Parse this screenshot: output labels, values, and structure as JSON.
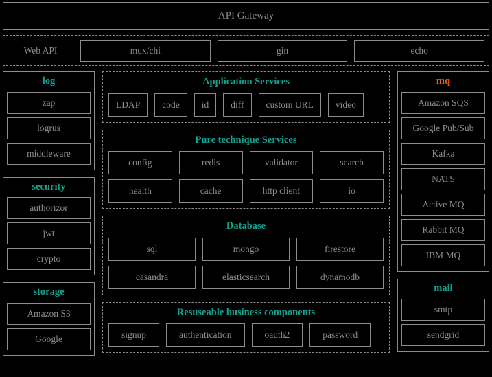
{
  "colors": {
    "background": "#000000",
    "text": "#8c8c8c",
    "border": "#8c8c8c",
    "accent_teal": "#17a08f",
    "accent_orange": "#f4600a"
  },
  "header": {
    "title": "API Gateway"
  },
  "web_api": {
    "label": "Web API",
    "frameworks": [
      "mux/chi",
      "gin",
      "echo"
    ]
  },
  "left_column": [
    {
      "title": "log",
      "title_color": "teal",
      "items": [
        "zap",
        "logrus",
        "middleware"
      ]
    },
    {
      "title": "security",
      "title_color": "teal",
      "items": [
        "authorizor",
        "jwt",
        "crypto"
      ]
    },
    {
      "title": "storage",
      "title_color": "teal",
      "items": [
        "Amazon S3",
        "Google"
      ]
    }
  ],
  "center_column": [
    {
      "title": "Application Services",
      "title_color": "teal",
      "rows": [
        [
          "LDAP",
          "code",
          "id",
          "diff",
          "custom URL",
          "video"
        ]
      ]
    },
    {
      "title": "Pure technique Services",
      "title_color": "teal",
      "rows": [
        [
          "config",
          "redis",
          "validator",
          "search"
        ],
        [
          "health",
          "cache",
          "http client",
          "io"
        ]
      ]
    },
    {
      "title": "Database",
      "title_color": "teal",
      "rows": [
        [
          "sql",
          "mongo",
          "firestore"
        ],
        [
          "casandra",
          "elasticsearch",
          "dynamodb"
        ]
      ]
    },
    {
      "title": "Resuseable business components",
      "title_color": "teal",
      "rows": [
        [
          "signup",
          "authentication",
          "oauth2",
          "password"
        ]
      ]
    }
  ],
  "right_column": [
    {
      "title": "mq",
      "title_color": "orange",
      "items": [
        "Amazon SQS",
        "Google Pub/Sub",
        "Kafka",
        "NATS",
        "Active MQ",
        "Rabbit MQ",
        "IBM MQ"
      ]
    },
    {
      "title": "mail",
      "title_color": "teal",
      "items": [
        "smtp",
        "sendgrid"
      ]
    }
  ]
}
